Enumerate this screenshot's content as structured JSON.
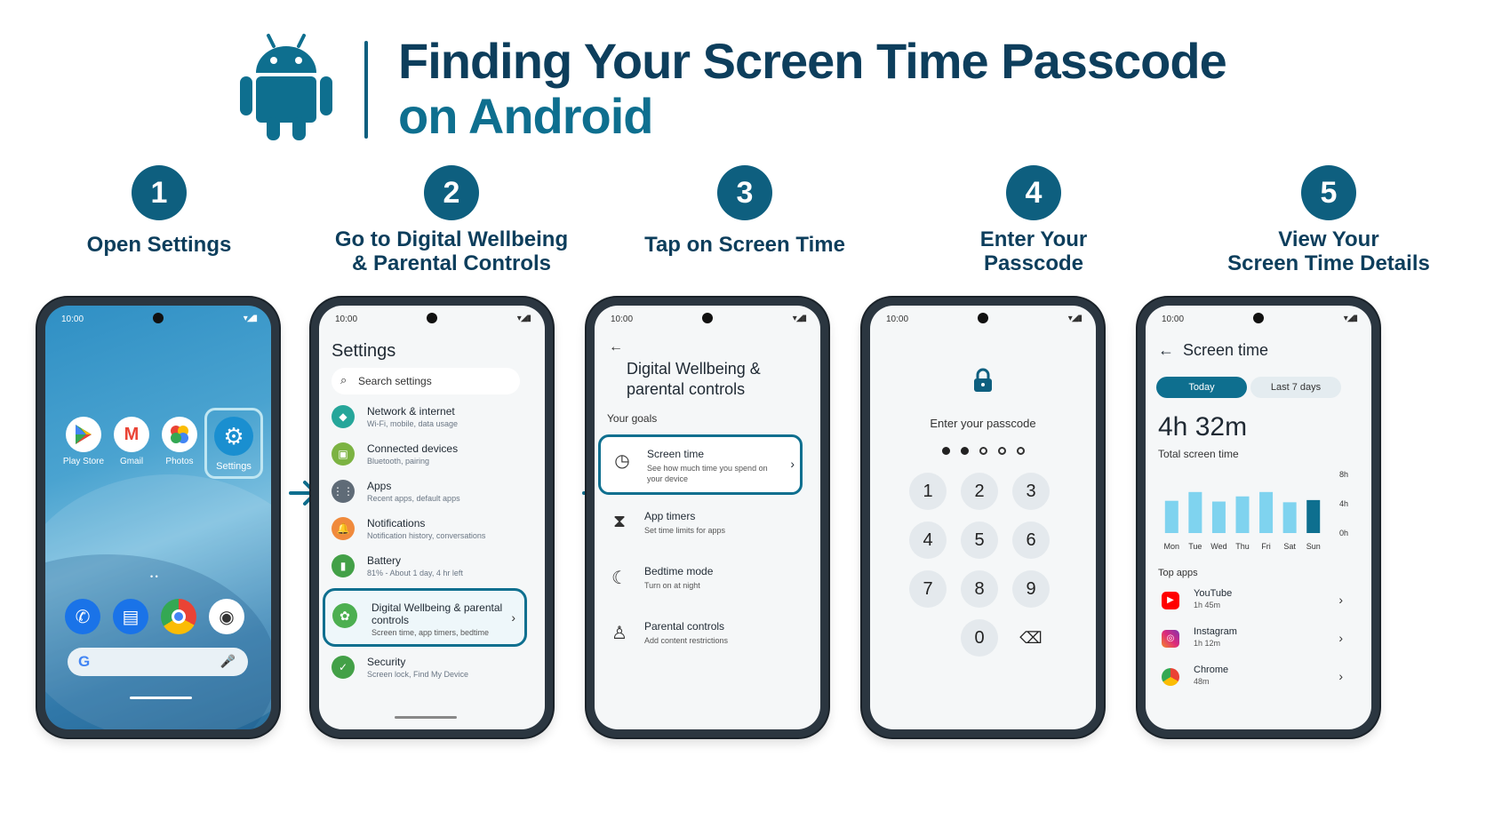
{
  "title": {
    "line1": "Finding Your Screen Time Passcode",
    "line2": "on Android"
  },
  "steps": [
    {
      "num": "1",
      "label": "Open Settings"
    },
    {
      "num": "2",
      "label": "Go to Digital Wellbeing\n& Parental Controls"
    },
    {
      "num": "3",
      "label": "Tap on Screen Time"
    },
    {
      "num": "4",
      "label": "Enter Your\nPasscode"
    },
    {
      "num": "5",
      "label": "View Your\nScreen Time Details"
    }
  ],
  "status": {
    "time": "10:00"
  },
  "home": {
    "apps": [
      "Play Store",
      "Gmail",
      "Photos",
      "Settings"
    ],
    "search_letter": "G"
  },
  "settings": {
    "title": "Settings",
    "search_placeholder": "Search settings",
    "items": [
      {
        "title": "Network & internet",
        "sub": "Wi-Fi, mobile, data usage"
      },
      {
        "title": "Connected devices",
        "sub": "Bluetooth, pairing"
      },
      {
        "title": "Apps",
        "sub": "Recent apps, default apps"
      },
      {
        "title": "Notifications",
        "sub": "Notification history, conversations"
      },
      {
        "title": "Battery",
        "sub": "81% - About 1 day, 4 hr left"
      },
      {
        "title": "Digital Wellbeing & parental controls",
        "sub": "Screen time, app timers, bedtime"
      },
      {
        "title": "Security",
        "sub": "Screen lock, Find My Device"
      }
    ]
  },
  "wellbeing": {
    "title": "Digital Wellbeing &\nparental controls",
    "goals_label": "Your goals",
    "items": [
      {
        "title": "Screen time",
        "sub": "See how much time you spend on your device"
      },
      {
        "title": "App timers",
        "sub": "Set time limits for apps"
      },
      {
        "title": "Bedtime mode",
        "sub": "Turn on at night"
      },
      {
        "title": "Parental controls",
        "sub": "Add content restrictions"
      }
    ]
  },
  "passcode": {
    "prompt": "Enter your passcode",
    "entered": 2,
    "length": 5,
    "keys": [
      "1",
      "2",
      "3",
      "4",
      "5",
      "6",
      "7",
      "8",
      "9",
      "0"
    ]
  },
  "screentime": {
    "title": "Screen time",
    "tabs": [
      "Today",
      "Last 7 days"
    ],
    "total": "4h 32m",
    "total_label": "Total screen time",
    "top_apps_label": "Top apps",
    "top_apps": [
      {
        "name": "YouTube",
        "time": "1h 45m"
      },
      {
        "name": "Instagram",
        "time": "1h 12m"
      },
      {
        "name": "Chrome",
        "time": "48m"
      }
    ]
  },
  "chart_data": {
    "type": "bar",
    "categories": [
      "Mon",
      "Tue",
      "Wed",
      "Thu",
      "Fri",
      "Sat",
      "Sun"
    ],
    "values": [
      4.4,
      5.6,
      4.3,
      5.0,
      5.6,
      4.2,
      4.5
    ],
    "y_ticks": [
      "8h",
      "4h",
      "0h"
    ],
    "ylim": [
      0,
      8
    ],
    "highlight_index": 6,
    "colors": {
      "bar": "#7fd3ef",
      "highlight": "#0e6f8f"
    }
  },
  "colors": {
    "brand": "#0e5f7f",
    "title_dark": "#0d3e5c",
    "accent": "#0e6f8f"
  }
}
